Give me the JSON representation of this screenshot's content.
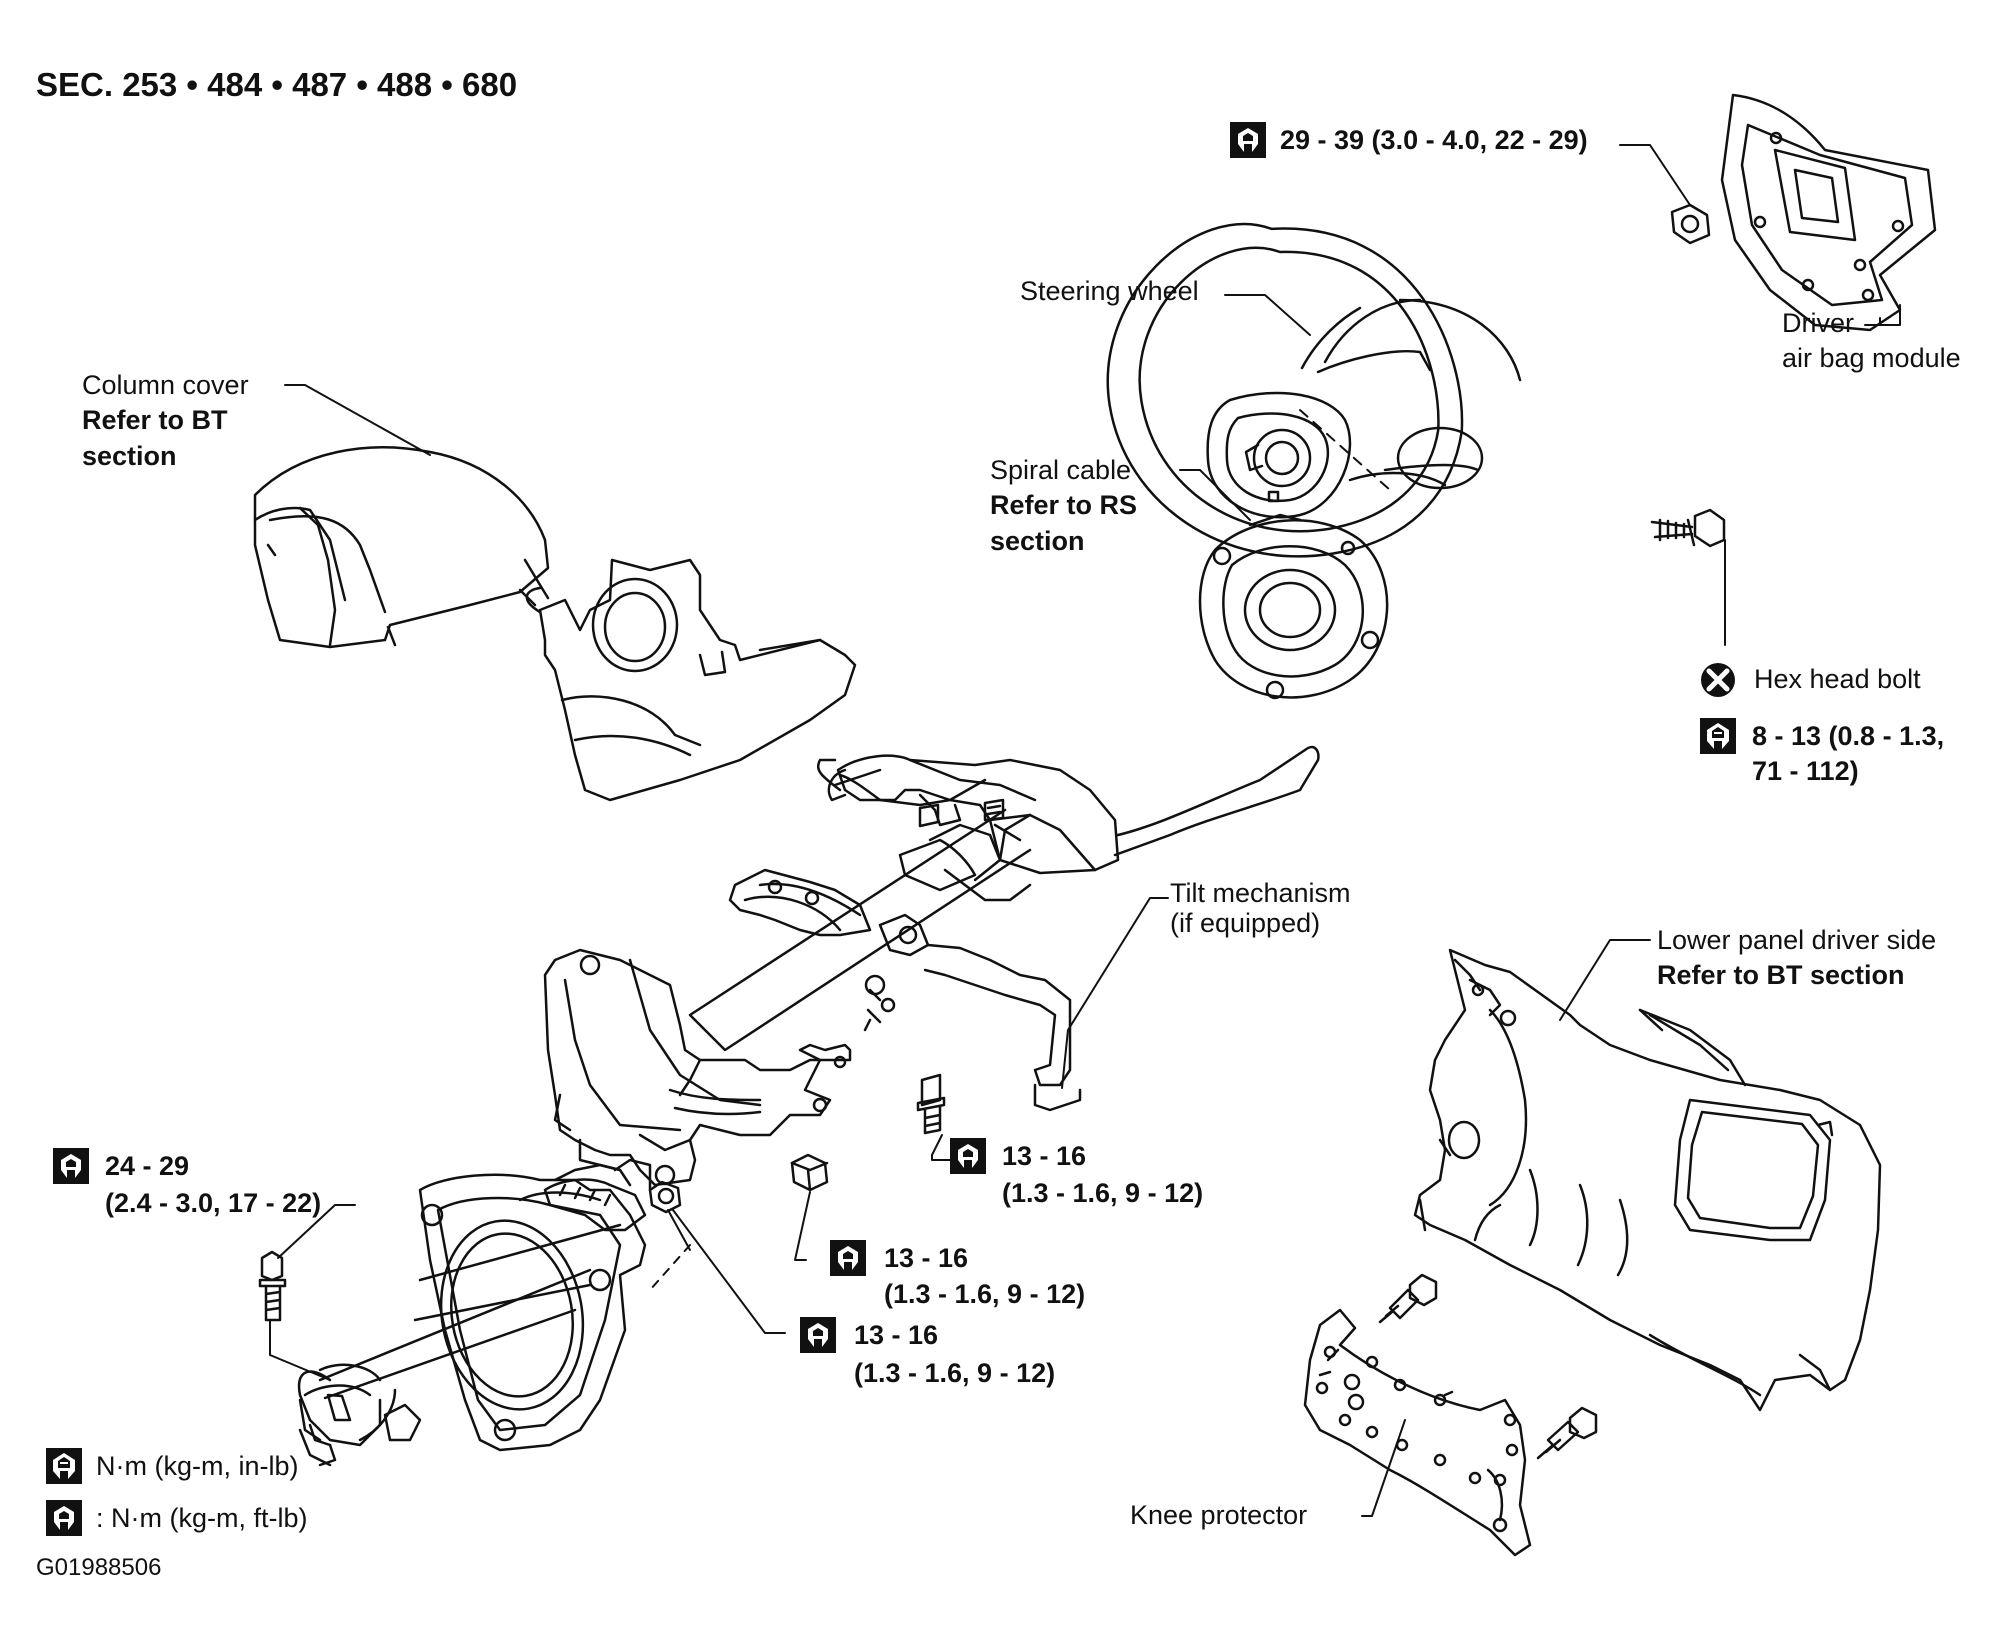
{
  "header": {
    "section": "SEC. 253 • 484 • 487 • 488 • 680"
  },
  "figure_code": "G01988506",
  "parts": {
    "steering_wheel": "Steering wheel",
    "driver_airbag_line1": "Driver",
    "driver_airbag_line2": "air bag module",
    "column_cover": "Column cover",
    "column_cover_ref1": "Refer to BT",
    "column_cover_ref2": "section",
    "spiral_cable": "Spiral cable",
    "spiral_cable_ref1": "Refer to RS",
    "spiral_cable_ref2": "section",
    "hex_head_bolt": "Hex head bolt",
    "tilt_mechanism_line1": "Tilt mechanism",
    "tilt_mechanism_line2": "(if equipped)",
    "lower_panel": "Lower panel driver side",
    "lower_panel_ref": "Refer to BT section",
    "knee_protector": "Knee protector"
  },
  "torques": {
    "wheel_nut": "29 - 39 (3.0 - 4.0, 22 - 29)",
    "hex_bolt_line1": "8 - 13 (0.8 - 1.3,",
    "hex_bolt_line2": "71 - 112)",
    "joint_bolt_line1": "24 - 29",
    "joint_bolt_line2": "(2.4 - 3.0, 17 - 22)",
    "tilt_bolt_line1": "13 - 16",
    "tilt_bolt_line2": "(1.3 - 1.6, 9 - 12)",
    "column_nut_line1": "13 - 16",
    "column_nut_line2": "(1.3 - 1.6, 9 - 12)",
    "lower_nut_line1": "13 - 16",
    "lower_nut_line2": "(1.3 - 1.6, 9 - 12)"
  },
  "legend": {
    "in_lb": "N·m (kg-m, in-lb)",
    "ft_lb": ": N·m (kg-m, ft-lb)"
  }
}
